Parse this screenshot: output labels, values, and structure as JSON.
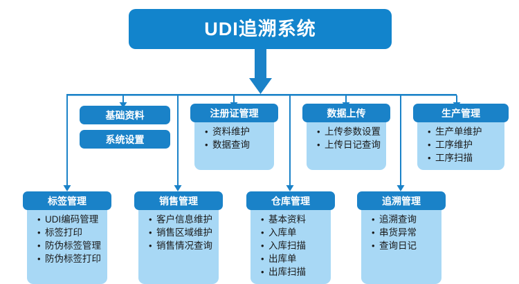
{
  "diagram": {
    "title": "UDI追溯系统",
    "accent_dark": "#1284cc",
    "accent_header": "#1a82c8",
    "body_light": "#a8d8f5",
    "connector_color": "#1a82c8",
    "background": "#ffffff"
  },
  "solid_nodes": [
    {
      "label": "基础资料"
    },
    {
      "label": "系统设置"
    }
  ],
  "row2": [
    {
      "title": "注册证管理",
      "items": [
        "资料维护",
        "数据查询"
      ]
    },
    {
      "title": "数据上传",
      "items": [
        "上传参数设置",
        "上传日记查询"
      ]
    },
    {
      "title": "生产管理",
      "items": [
        "生产单维护",
        "工序维护",
        "工序扫描"
      ]
    }
  ],
  "row3": [
    {
      "title": "标签管理",
      "items": [
        "UDI编码管理",
        "标签打印",
        "防伪标签管理",
        "防伪标签打印"
      ]
    },
    {
      "title": "销售管理",
      "items": [
        "客户信息维护",
        "销售区域维护",
        "销售情况查询"
      ]
    },
    {
      "title": "仓库管理",
      "items": [
        "基本资料",
        "入库单",
        "入库扫描",
        "出库单",
        "出库扫描"
      ]
    },
    {
      "title": "追溯管理",
      "items": [
        "追溯查询",
        "串货异常",
        "查询日记"
      ]
    }
  ]
}
